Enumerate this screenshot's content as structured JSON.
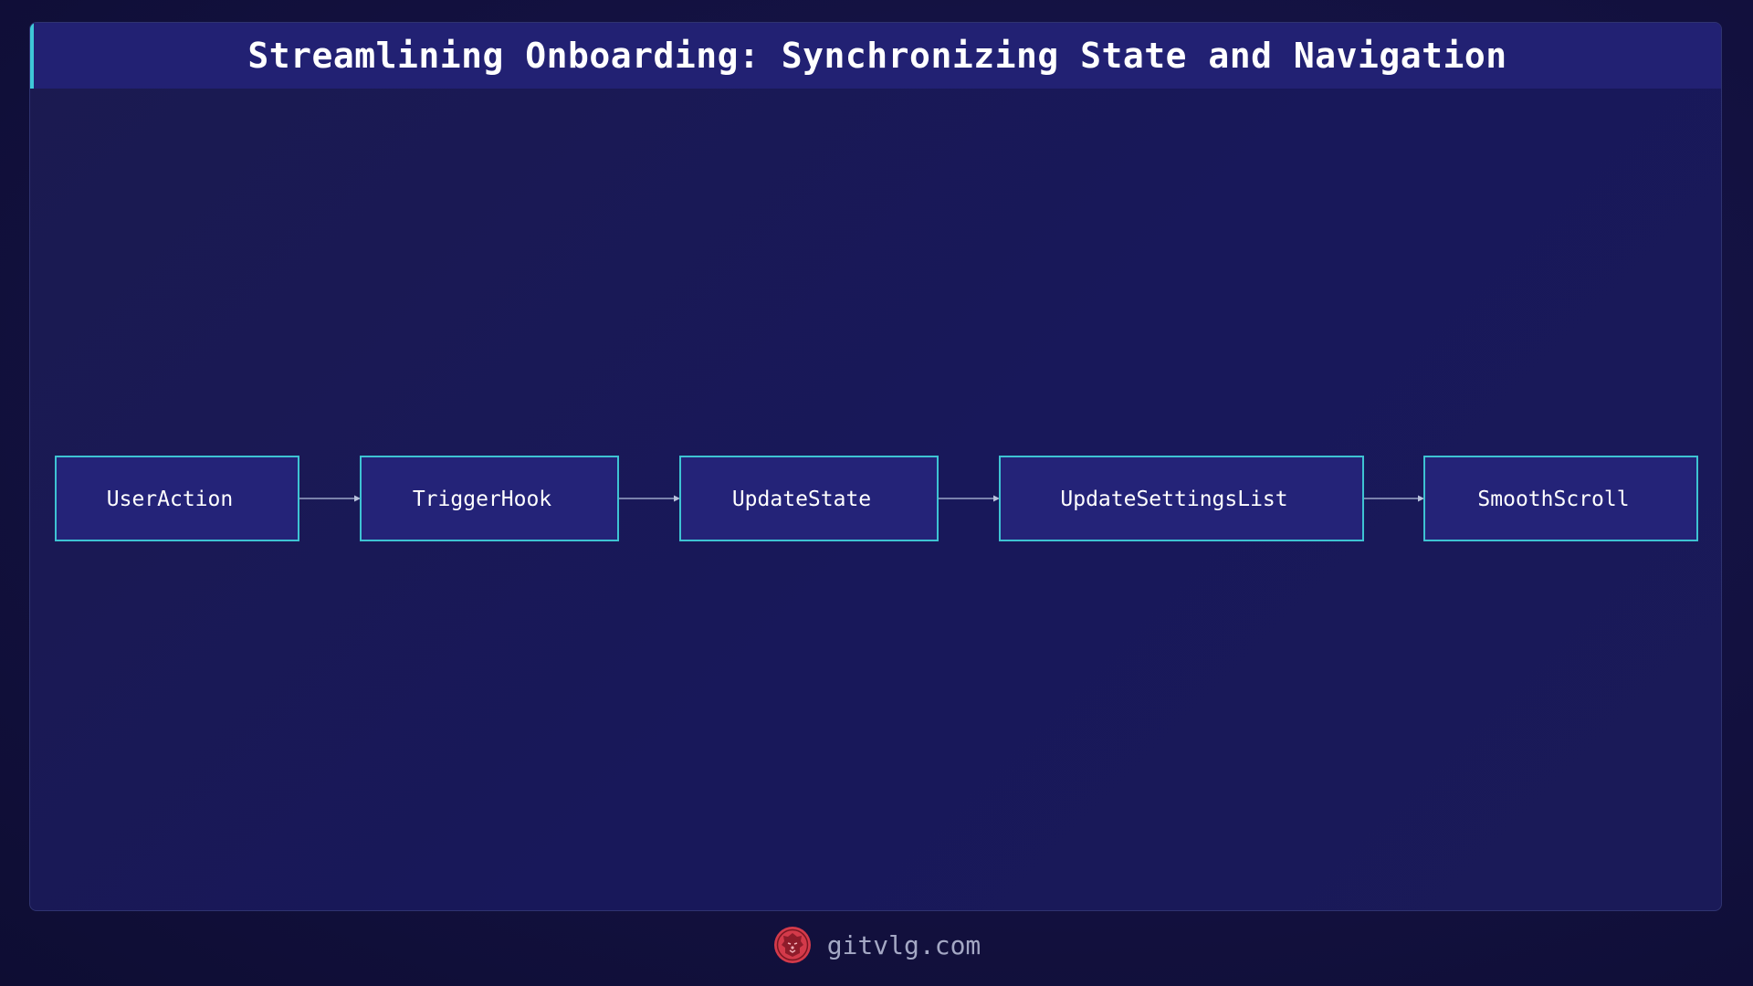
{
  "header": {
    "title": "Streamlining Onboarding: Synchronizing State and Navigation"
  },
  "diagram": {
    "nodes": [
      {
        "id": "n1",
        "label": "UserAction"
      },
      {
        "id": "n2",
        "label": "TriggerHook"
      },
      {
        "id": "n3",
        "label": "UpdateState"
      },
      {
        "id": "n4",
        "label": "UpdateSettingsList"
      },
      {
        "id": "n5",
        "label": "SmoothScroll"
      }
    ],
    "edges": [
      {
        "from": "n1",
        "to": "n2"
      },
      {
        "from": "n2",
        "to": "n3"
      },
      {
        "from": "n3",
        "to": "n4"
      },
      {
        "from": "n4",
        "to": "n5"
      }
    ]
  },
  "footer": {
    "site": "gitvlg.com",
    "logo_icon": "lion-head-icon"
  },
  "colors": {
    "background": "#131140",
    "title_bar": "#222173",
    "accent": "#3ec8d8",
    "node_fill": "#242378",
    "node_border": "#3ec3d3",
    "logo": "#d33a4a"
  }
}
